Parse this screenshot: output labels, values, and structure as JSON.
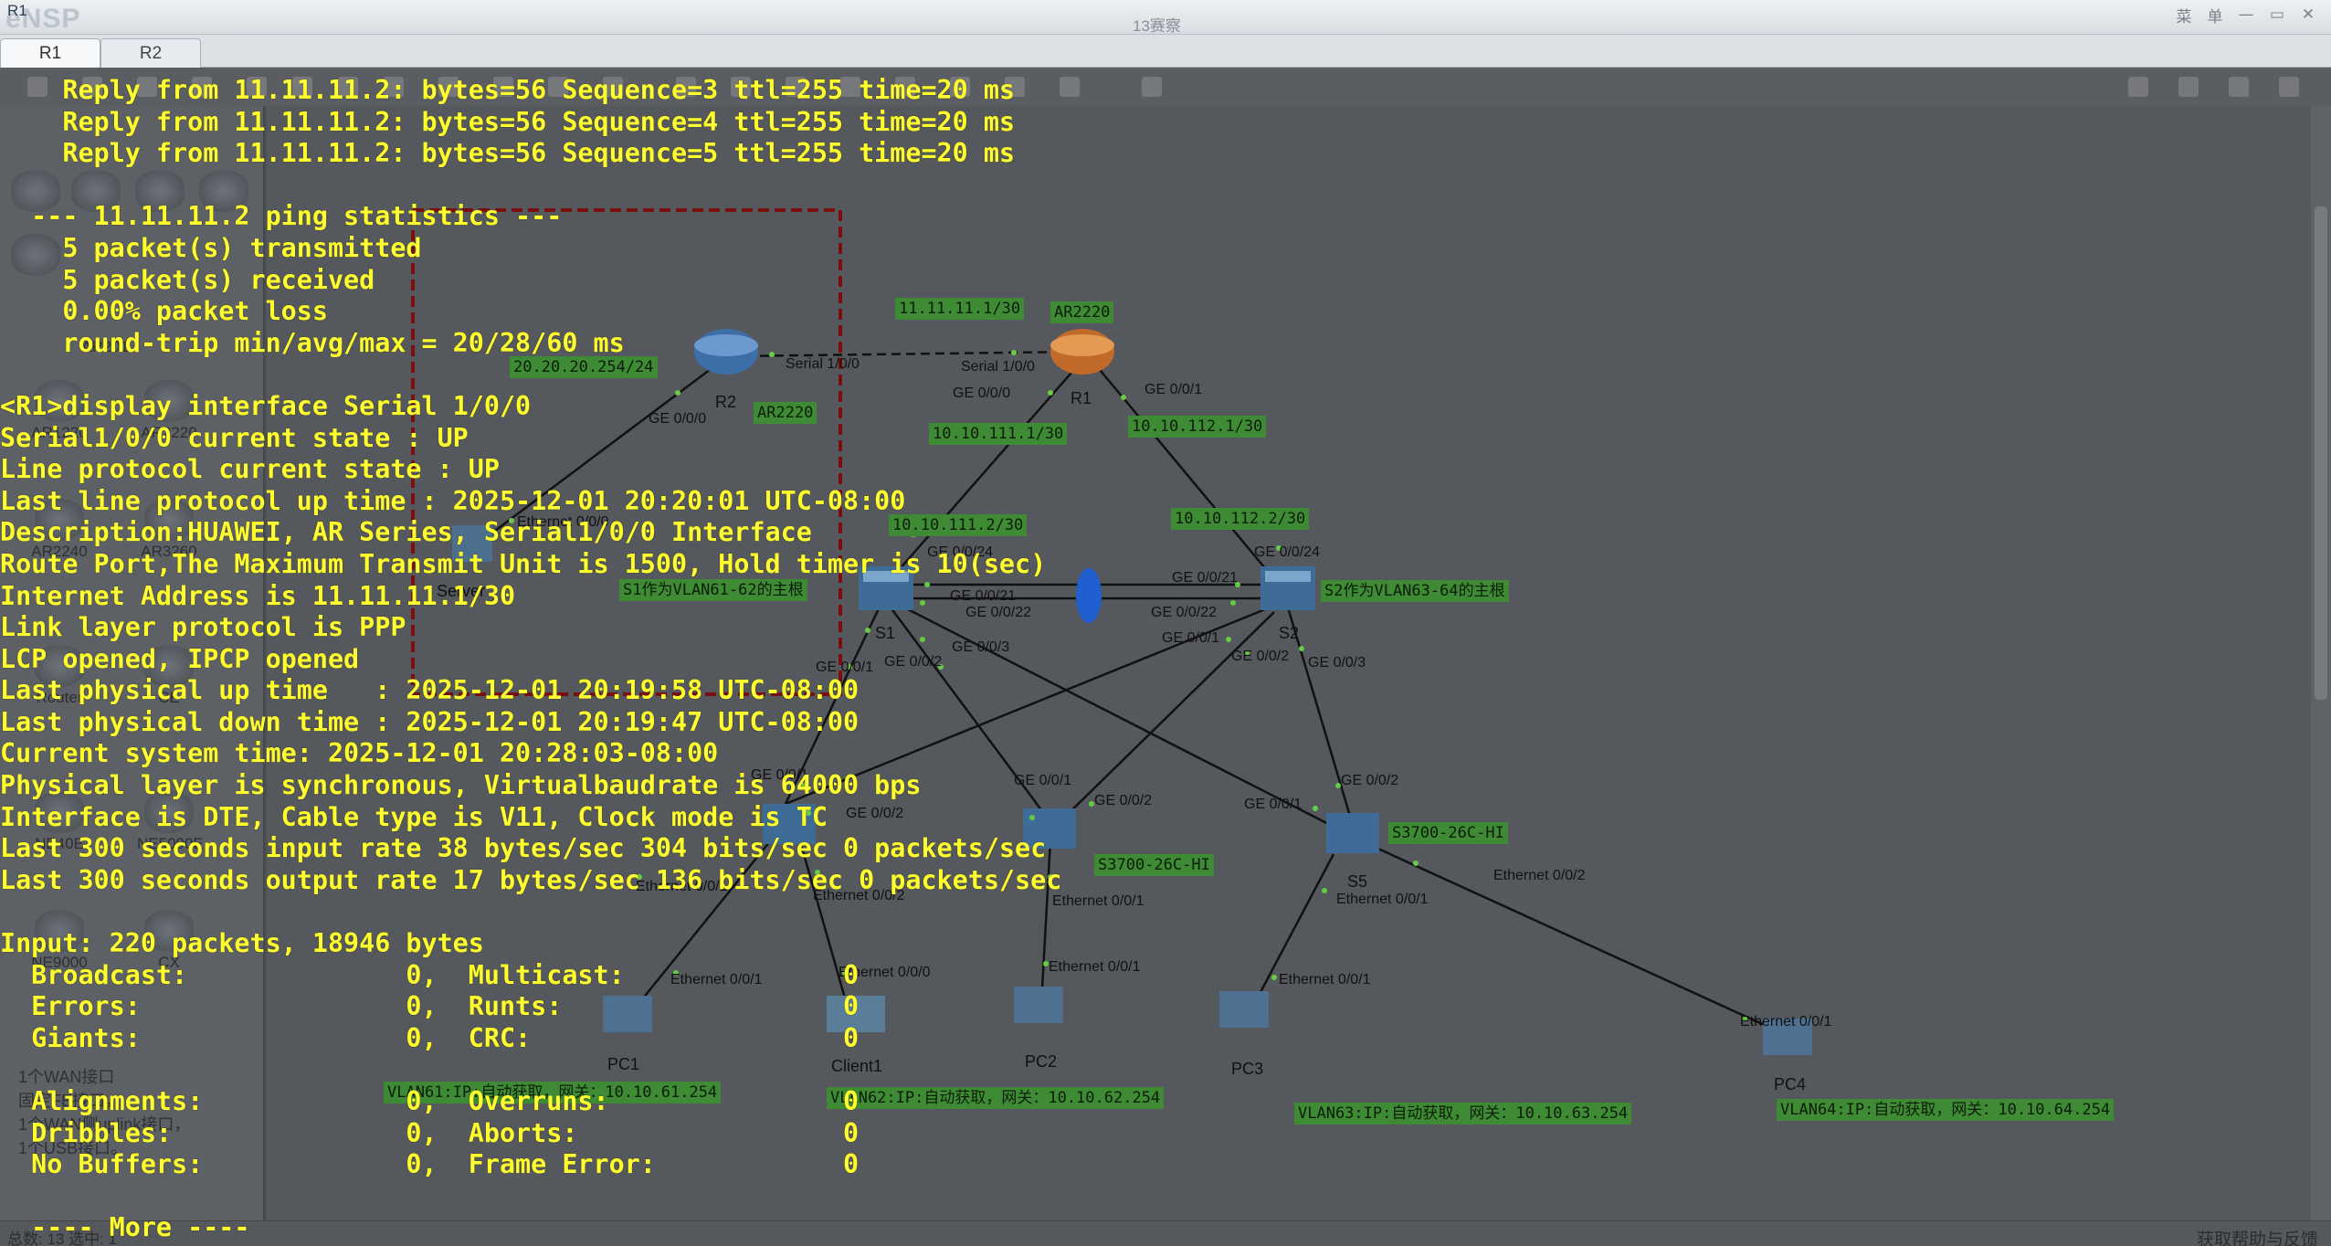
{
  "window": {
    "title": "R1",
    "logo": "eNSP",
    "document_title": "13赛察",
    "menu": [
      "菜",
      "单"
    ],
    "controls": [
      "—",
      "▭",
      "✕"
    ]
  },
  "tabs": [
    {
      "label": "R1"
    },
    {
      "label": "R2"
    }
  ],
  "palette": {
    "items": [
      "AR201",
      "AR1220",
      "AR2220",
      "AR2240",
      "AR3260",
      "Router",
      "CE",
      "NE40E",
      "NE5000E",
      "NE9000",
      "CX"
    ],
    "description": "1个WAN接口\n固定FE接口，\n1个WAN侧uplink接口，\n1个USB接口。"
  },
  "status": {
    "count": "总数: 13 选中: 1",
    "help": "获取帮助与反馈"
  },
  "topology": {
    "devices": {
      "r1": "R1",
      "r2": "R2",
      "s1": "S1",
      "s2": "S2",
      "s5": "S5",
      "pc1": "PC1",
      "pc2": "PC2",
      "pc3": "PC3",
      "pc4": "PC4",
      "client1": "Client1",
      "server": "Server"
    },
    "labels": {
      "ip_11_1": "11.11.11.1/30",
      "ar2220_r1": "AR2220",
      "ar2220_r2": "AR2220",
      "ip_20_254": "20.20.20.254/24",
      "ip_111_1": "10.10.111.1/30",
      "ip_112_1": "10.10.112.1/30",
      "ip_111_2": "10.10.111.2/30",
      "ip_112_2": "10.10.112.2/30",
      "s1_role": "S1作为VLAN61-62的主根",
      "s2_role": "S2作为VLAN63-64的主根",
      "s3700_a": "S3700-26C-HI",
      "s3700_b": "S3700-26C-HI",
      "vlan61": "VLAN61:IP:自动获取，网关：10.10.61.254",
      "vlan62": "VLAN62:IP:自动获取，网关：10.10.62.254",
      "vlan63": "VLAN63:IP:自动获取，网关：10.10.63.254",
      "vlan64": "VLAN64:IP:自动获取，网关：10.10.64.254"
    },
    "ports": {
      "r2_serial": "Serial 1/0/0",
      "r1_serial": "Serial 1/0/0",
      "r1_ge000": "GE 0/0/0",
      "r1_ge001": "GE 0/0/1",
      "r2_ge000": "GE 0/0/0",
      "server_eth": "Ethernet 0/0/0",
      "s1_ge024": "GE 0/0/24",
      "s1_ge021": "GE 0/0/21",
      "s1_ge022": "GE 0/0/22",
      "s1_ge001": "GE 0/0/1",
      "s1_ge002": "GE 0/0/2",
      "s1_ge003": "GE 0/0/3",
      "s2_ge024": "GE 0/0/24",
      "s2_ge021": "GE 0/0/21",
      "s2_ge022": "GE 0/0/22",
      "s2_ge001": "GE 0/0/1",
      "s2_ge002": "GE 0/0/2",
      "s2_ge003": "GE 0/0/3",
      "s3_ge001": "GE 0/0/1",
      "s3_ge002": "GE 0/0/2",
      "s4_ge001": "GE 0/0/1",
      "s4_ge002": "GE 0/0/2",
      "s5_ge001": "GE 0/0/1",
      "s5_ge002": "GE 0/0/2",
      "s3_eth001": "Ethernet 0/0/1",
      "s3_eth002": "Ethernet 0/0/2",
      "s4_eth001": "Ethernet 0/0/1",
      "s5_eth001": "Ethernet 0/0/1",
      "s5_eth002": "Ethernet 0/0/2",
      "pc1_eth": "Ethernet 0/0/1",
      "client_eth": "Ethernet 0/0/0",
      "pc2_eth": "Ethernet 0/0/1",
      "pc3_eth": "Ethernet 0/0/1",
      "pc4_eth": "Ethernet 0/0/1"
    }
  },
  "cli": [
    "    Reply from 11.11.11.2: bytes=56 Sequence=3 ttl=255 time=20 ms",
    "    Reply from 11.11.11.2: bytes=56 Sequence=4 ttl=255 time=20 ms",
    "    Reply from 11.11.11.2: bytes=56 Sequence=5 ttl=255 time=20 ms",
    "",
    "  --- 11.11.11.2 ping statistics ---",
    "    5 packet(s) transmitted",
    "    5 packet(s) received",
    "    0.00% packet loss",
    "    round-trip min/avg/max = 20/28/60 ms",
    "",
    "<R1>display interface Serial 1/0/0",
    "Serial1/0/0 current state : UP",
    "Line protocol current state : UP",
    "Last line protocol up time : 2025-12-01 20:20:01 UTC-08:00",
    "Description:HUAWEI, AR Series, Serial1/0/0 Interface",
    "Route Port,The Maximum Transmit Unit is 1500, Hold timer is 10(sec)",
    "Internet Address is 11.11.11.1/30",
    "Link layer protocol is PPP",
    "LCP opened, IPCP opened",
    "Last physical up time   : 2025-12-01 20:19:58 UTC-08:00",
    "Last physical down time : 2025-12-01 20:19:47 UTC-08:00",
    "Current system time: 2025-12-01 20:28:03-08:00",
    "Physical layer is synchronous, Virtualbaudrate is 64000 bps",
    "Interface is DTE, Cable type is V11, Clock mode is TC",
    "Last 300 seconds input rate 38 bytes/sec 304 bits/sec 0 packets/sec",
    "Last 300 seconds output rate 17 bytes/sec 136 bits/sec 0 packets/sec",
    "",
    "Input: 220 packets, 18946 bytes",
    "  Broadcast:              0,  Multicast:              0",
    "  Errors:                 0,  Runts:                  0",
    "  Giants:                 0,  CRC:                    0",
    "",
    "  Alignments:             0,  Overruns:               0",
    "  Dribbles:               0,  Aborts:                 0",
    "  No Buffers:             0,  Frame Error:            0",
    "",
    "  ---- More ----"
  ]
}
